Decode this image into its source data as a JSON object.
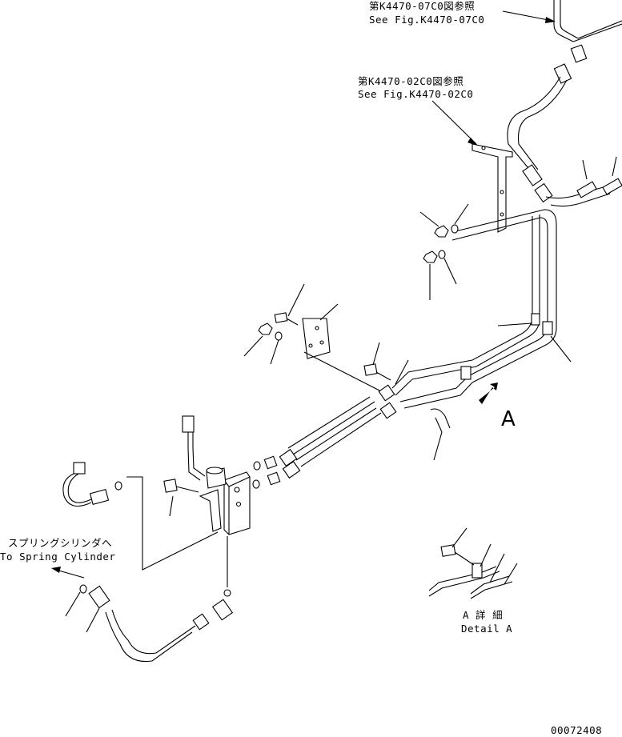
{
  "refs": {
    "top": {
      "jp": "第K4470-07C0図参照",
      "en": "See Fig.K4470-07C0"
    },
    "mid": {
      "jp": "第K4470-02C0図参照",
      "en": "See Fig.K4470-02C0"
    }
  },
  "spring": {
    "jp": "スプリングシリンダへ",
    "en": "To Spring Cylinder"
  },
  "detail": {
    "letter": "A",
    "jp": "A 詳 細",
    "en": "Detail A"
  },
  "drawing_id": "00072408"
}
